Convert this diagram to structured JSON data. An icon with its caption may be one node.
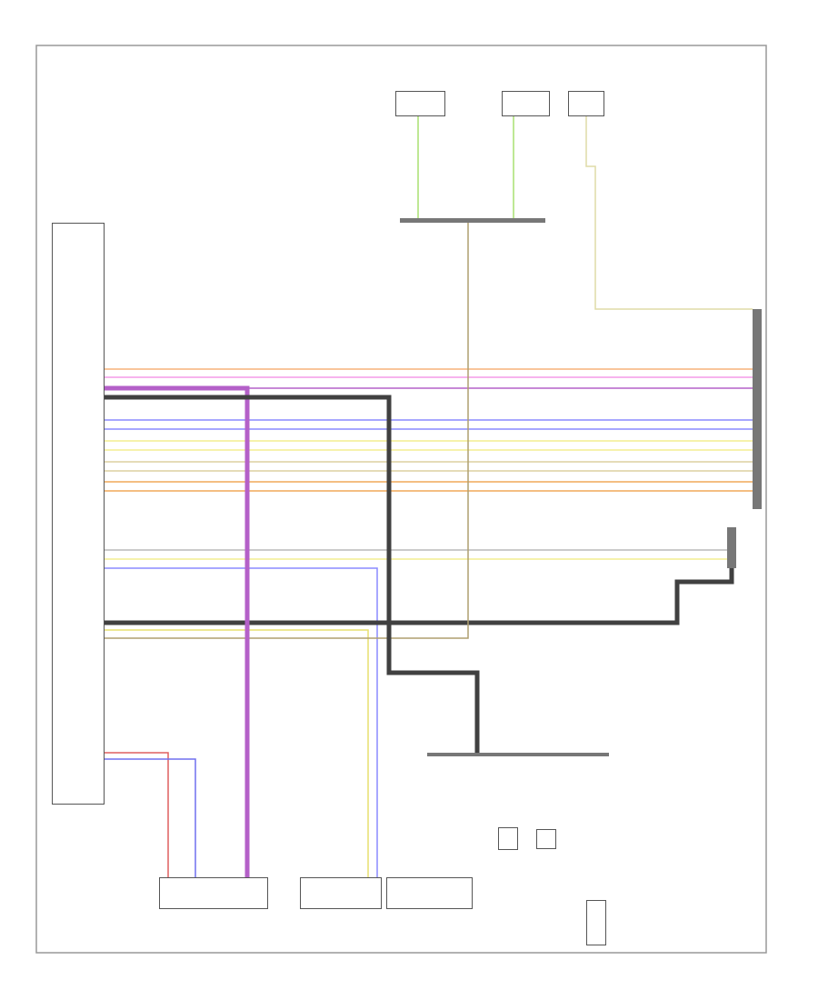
{
  "diagram": {
    "nodes": [
      {
        "text": [],
        "shape": "box"
      },
      {
        "text": [],
        "shape": "box"
      },
      {
        "text": [],
        "shape": "box"
      },
      {
        "text": [],
        "shape": "box"
      },
      {
        "text": [],
        "shape": "box"
      },
      {
        "text": [],
        "shape": "box"
      },
      {
        "text": [],
        "shape": "box"
      },
      {
        "text": [],
        "shape": "box"
      },
      {
        "text": [],
        "shape": "box"
      },
      {
        "text": [],
        "shape": "box"
      },
      {
        "text": [],
        "shape": "bar"
      },
      {
        "text": [],
        "shape": "bar"
      },
      {
        "text": [],
        "shape": "bar"
      },
      {
        "text": [],
        "shape": "bar"
      }
    ],
    "edges": [
      {
        "from": 0,
        "to": 10,
        "arrow": "none",
        "color": "#f7b27a"
      },
      {
        "from": 0,
        "to": 10,
        "arrow": "none",
        "color": "#f59be8"
      },
      {
        "from": 0,
        "to": 10,
        "arrow": "none",
        "color": "#b460c8"
      },
      {
        "from": 0,
        "to": 10,
        "arrow": "none",
        "color": "#8a8aff"
      },
      {
        "from": 0,
        "to": 10,
        "arrow": "none",
        "color": "#8a8aff"
      },
      {
        "from": 0,
        "to": 10,
        "arrow": "none",
        "color": "#f3ee90"
      },
      {
        "from": 0,
        "to": 10,
        "arrow": "none",
        "color": "#f3ee90"
      },
      {
        "from": 0,
        "to": 10,
        "arrow": "none",
        "color": "#ddd0a0"
      },
      {
        "from": 0,
        "to": 10,
        "arrow": "none",
        "color": "#ddd0a0"
      },
      {
        "from": 0,
        "to": 10,
        "arrow": "none",
        "color": "#f0a858"
      },
      {
        "from": 0,
        "to": 10,
        "arrow": "none",
        "color": "#f0a858"
      },
      {
        "from": 0,
        "to": 11,
        "arrow": "none",
        "color": "#b8b8b8"
      },
      {
        "from": 0,
        "to": 11,
        "arrow": "none",
        "color": "#f3ee90"
      },
      {
        "from": 0,
        "to": 5,
        "arrow": "none",
        "color": "#8a8aff"
      },
      {
        "from": 0,
        "to": 11,
        "arrow": "none",
        "style": "thick",
        "color": "#404040"
      },
      {
        "from": 0,
        "to": 5,
        "arrow": "none",
        "color": "#e8e070"
      },
      {
        "from": 0,
        "to": 12,
        "arrow": "none",
        "color": "#b0a070"
      },
      {
        "from": 0,
        "to": 4,
        "arrow": "none",
        "style": "thick",
        "color": "#b460c8"
      },
      {
        "from": 0,
        "to": 13,
        "arrow": "none",
        "style": "thick",
        "color": "#404040"
      },
      {
        "from": 1,
        "to": 12,
        "arrow": "none",
        "color": "#a8e070"
      },
      {
        "from": 2,
        "to": 12,
        "arrow": "none",
        "color": "#a8e070"
      },
      {
        "from": 3,
        "to": 10,
        "arrow": "none",
        "color": "#e0dca8"
      },
      {
        "from": 0,
        "to": 4,
        "arrow": "none",
        "color": "#e06060"
      },
      {
        "from": 0,
        "to": 4,
        "arrow": "none",
        "color": "#7070f0"
      }
    ]
  }
}
